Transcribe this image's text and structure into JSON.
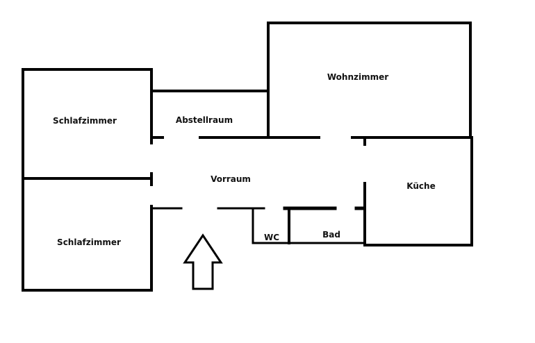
{
  "rooms": {
    "wohnzimmer": "Wohnzimmer",
    "schlafzimmer_1": "Schlafzimmer",
    "abstellraum": "Abstellraum",
    "vorraum": "Vorraum",
    "kueche": "Küche",
    "schlafzimmer_2": "Schlafzimmer",
    "wc": "WC",
    "bad": "Bad"
  },
  "colors": {
    "wall": "#000000",
    "background": "#ffffff"
  },
  "entrance_icon": "arrow-up-icon"
}
